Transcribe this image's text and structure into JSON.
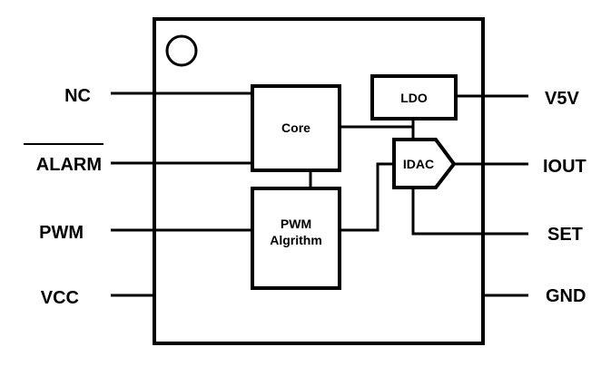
{
  "pins_left": {
    "nc": "NC",
    "alarm": "ALARM",
    "pwm": "PWM",
    "vcc": "VCC"
  },
  "pins_right": {
    "v5v": "V5V",
    "iout": "IOUT",
    "set": "SET",
    "gnd": "GND"
  },
  "blocks": {
    "core": "Core",
    "pwm_line1": "PWM",
    "pwm_line2": "Algrithm",
    "ldo": "LDO",
    "idac": "IDAC"
  }
}
